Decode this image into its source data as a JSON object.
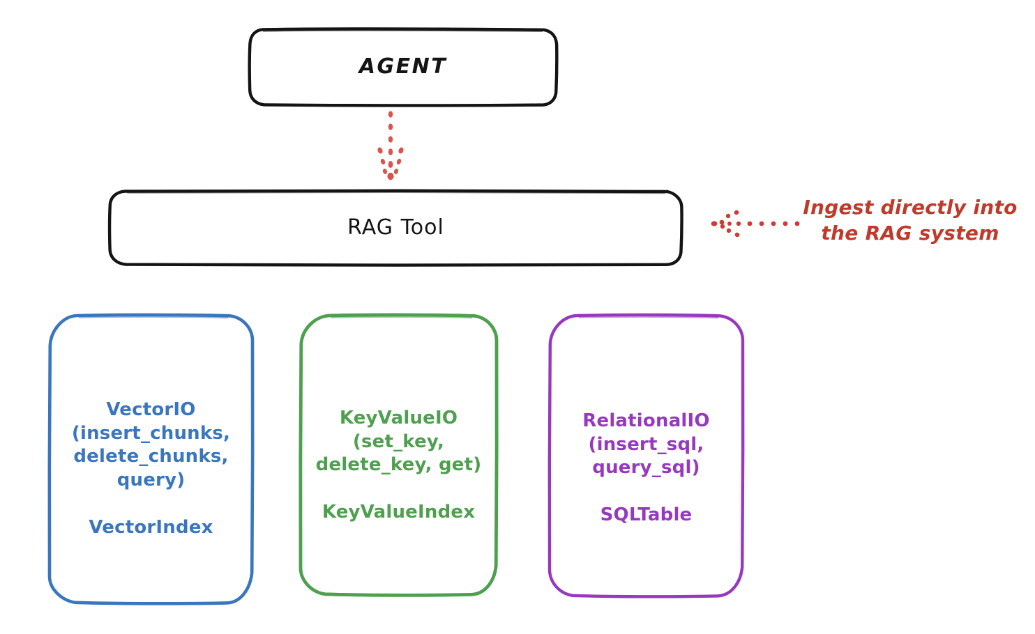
{
  "diagram": {
    "title": "RAG Tool architecture diagram",
    "background": "#ffffff",
    "colors": {
      "black": "#141414",
      "blue": "#3a76be",
      "green": "#4ea04f",
      "purple": "#9639be",
      "red": "#c0392b"
    },
    "nodes": {
      "agent": {
        "label": "AGENT",
        "color": "#141414"
      },
      "rag_tool": {
        "label": "RAG Tool",
        "color": "#141414"
      },
      "vector_io": {
        "label": "VectorIO\n(insert_chunks,\ndelete_chunks,\nquery)",
        "sub_label": "VectorIndex",
        "color": "#3a76be"
      },
      "key_value_io": {
        "label": "KeyValueIO\n(set_key,\ndelete_key, get)",
        "sub_label": "KeyValueIndex",
        "color": "#4ea04f"
      },
      "relational_io": {
        "label": "RelationalIO\n(insert_sql,\nquery_sql)",
        "sub_label": "SQLTable",
        "color": "#9639be"
      }
    },
    "annotations": {
      "ingest_note": "Ingest directly into\nthe RAG system",
      "ingest_note_color": "#c0392b"
    },
    "edges": [
      {
        "from": "agent",
        "to": "rag_tool",
        "style": "dotted",
        "color": "#c0392b",
        "direction": "down"
      },
      {
        "from": "ingest_note",
        "to": "rag_tool",
        "style": "dotted",
        "color": "#c0392b",
        "direction": "left"
      }
    ]
  }
}
